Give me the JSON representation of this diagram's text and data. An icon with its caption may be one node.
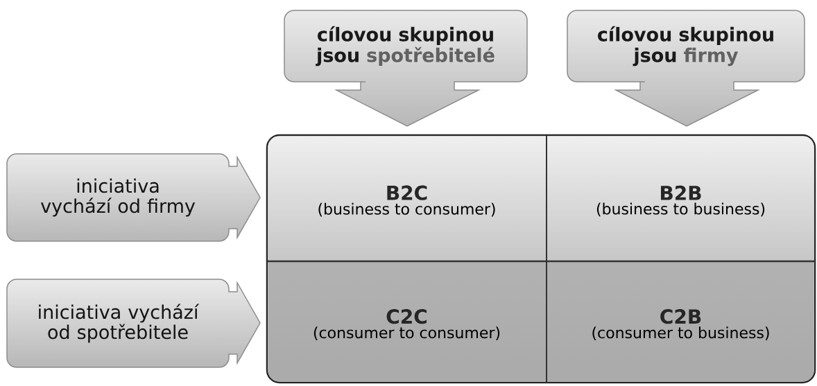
{
  "diagram": {
    "nodes": [
      {
        "text": [
          "cílovou skupinou jsou",
          "spotřebitelé"
        ]
      },
      {
        "text": [
          "cílovou skupinou jsou",
          "firmy"
        ]
      },
      {
        "text": [
          "iniciativa vychází od firmy"
        ]
      },
      {
        "text": [
          "iniciativa vychází od spotřebitele"
        ]
      },
      {
        "text": [],
        "shape": "box"
      },
      {
        "text": [
          "B2C",
          "(business to consumer)"
        ],
        "in": 4
      },
      {
        "text": [
          "B2B",
          "(business to business)"
        ],
        "in": 4
      },
      {
        "text": [
          "C2C",
          "(consumer to consumer)"
        ],
        "in": 4
      },
      {
        "text": [
          "C2B",
          "(consumer to business)"
        ],
        "in": 4
      }
    ]
  }
}
